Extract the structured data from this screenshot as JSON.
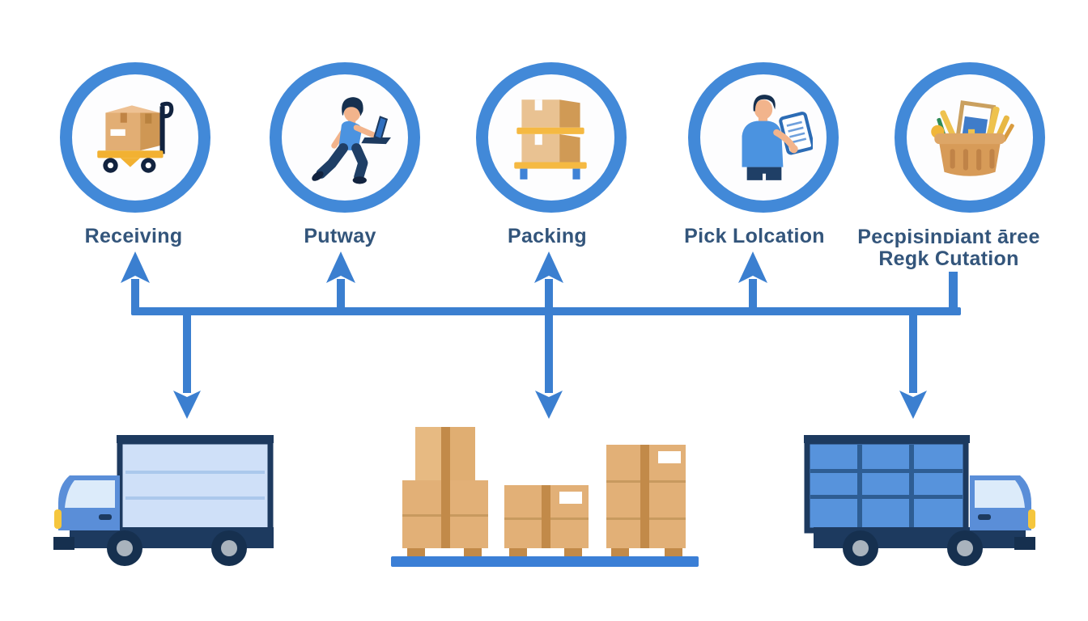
{
  "stages": [
    {
      "label": "Receiving",
      "icon": "hand-truck-box-icon"
    },
    {
      "label": "Putway",
      "icon": "person-walking-laptop-icon"
    },
    {
      "label": "Packing",
      "icon": "stacked-boxes-trolley-icon"
    },
    {
      "label": "Pick Lolcation",
      "icon": "person-tablet-icon"
    },
    {
      "label": "Pecpisinᴅiant āree\nRegk Cutation",
      "icon": "supplies-basket-icon"
    }
  ],
  "flow": {
    "up_arrows_to_stages": [
      "Receiving",
      "Putway",
      "Packing",
      "Pick Lolcation"
    ],
    "elbow_connector_to_stage": "Pecpisinᴅiant āree Regk Cutation",
    "down_arrows_to": [
      "delivery-truck-left",
      "pallet-box-stacks",
      "delivery-truck-right"
    ]
  },
  "bottom_row": [
    {
      "name": "delivery-truck-left"
    },
    {
      "name": "pallet-box-stacks"
    },
    {
      "name": "delivery-truck-right"
    }
  ],
  "colors": {
    "arrow_blue": "#3b7fd0",
    "ring_blue": "#4289d8",
    "label_text": "#33557b",
    "cardboard_light": "#e2b077",
    "cardboard_tape": "#c28a49",
    "dolly_yellow": "#f2b132",
    "truck_cab_blue": "#5a8ed8",
    "truck_navy": "#1d3a5f",
    "cargo_panel_light": "#cfe0f8",
    "cargo_panel_blue": "#5793dc",
    "pallet_bar_blue": "#3b7fd6"
  }
}
